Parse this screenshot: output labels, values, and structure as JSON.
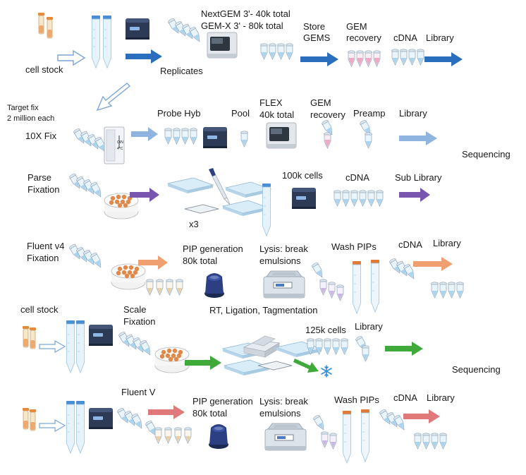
{
  "colors": {
    "blue": "#2a6fbe",
    "light_blue": "#8fb4e0",
    "purple": "#7a55b0",
    "orange": "#f0a070",
    "green": "#3faa3a",
    "red": "#e07a7a",
    "outline": "#7aa6d6"
  },
  "labels": {
    "cell_stock_1": "cell stock",
    "replicates": "Replicates",
    "nextgem_line1": "NextGEM 3'- 40k total",
    "nextgem_line2": "GEM-X 3' - 80k total",
    "store_line1": "Store",
    "store_line2": "GEMS",
    "gem_rec_1_line1": "GEM",
    "gem_rec_1_line2": "recovery",
    "cdna_1": "cDNA",
    "library_1": "Library",
    "target_fix_line1": "Target fix",
    "target_fix_line2": "2 million each",
    "tenx_fix": "10X Fix",
    "probe_hyb": "Probe Hyb",
    "pool": "Pool",
    "flex_line1": "FLEX",
    "flex_line2": "40k total",
    "gem_rec_2_line1": "GEM",
    "gem_rec_2_line2": "recovery",
    "preamp": "Preamp",
    "library_2": "Library",
    "sequencing_1": "Sequencing",
    "parse_line1": "Parse",
    "parse_line2": "Fixation",
    "x3": "x3",
    "cells_100k": "100k cells",
    "cdna_3": "cDNA",
    "sub_library": "Sub Library",
    "fluent_v4_line1": "Fluent v4",
    "fluent_v4_line2": "Fixation",
    "pip_gen_1_line1": "PIP generation",
    "pip_gen_1_line2": "80k total",
    "lysis_1_line1": "Lysis:  break",
    "lysis_1_line2": "emulsions",
    "wash_pips_1": "Wash PIPs",
    "cdna_4": "cDNA",
    "library_4": "Library",
    "rt_ligation": "RT, Ligation, Tagmentation",
    "cell_stock_2": "cell stock",
    "scale_line1": "Scale",
    "scale_line2": "Fixation",
    "cells_125k": "125k cells",
    "library_5": "Library",
    "sequencing_2": "Sequencing",
    "fluent_v": "Fluent V",
    "pip_gen_2_line1": "PIP generation",
    "pip_gen_2_line2": "80k total",
    "lysis_2_line1": "Lysis:  break",
    "lysis_2_line2": "emulsions",
    "wash_pips_2": "Wash PIPs",
    "cdna_6": "cDNA",
    "library_6": "Library",
    "fridge_top": "O/N",
    "fridge_temp": "4°C"
  }
}
